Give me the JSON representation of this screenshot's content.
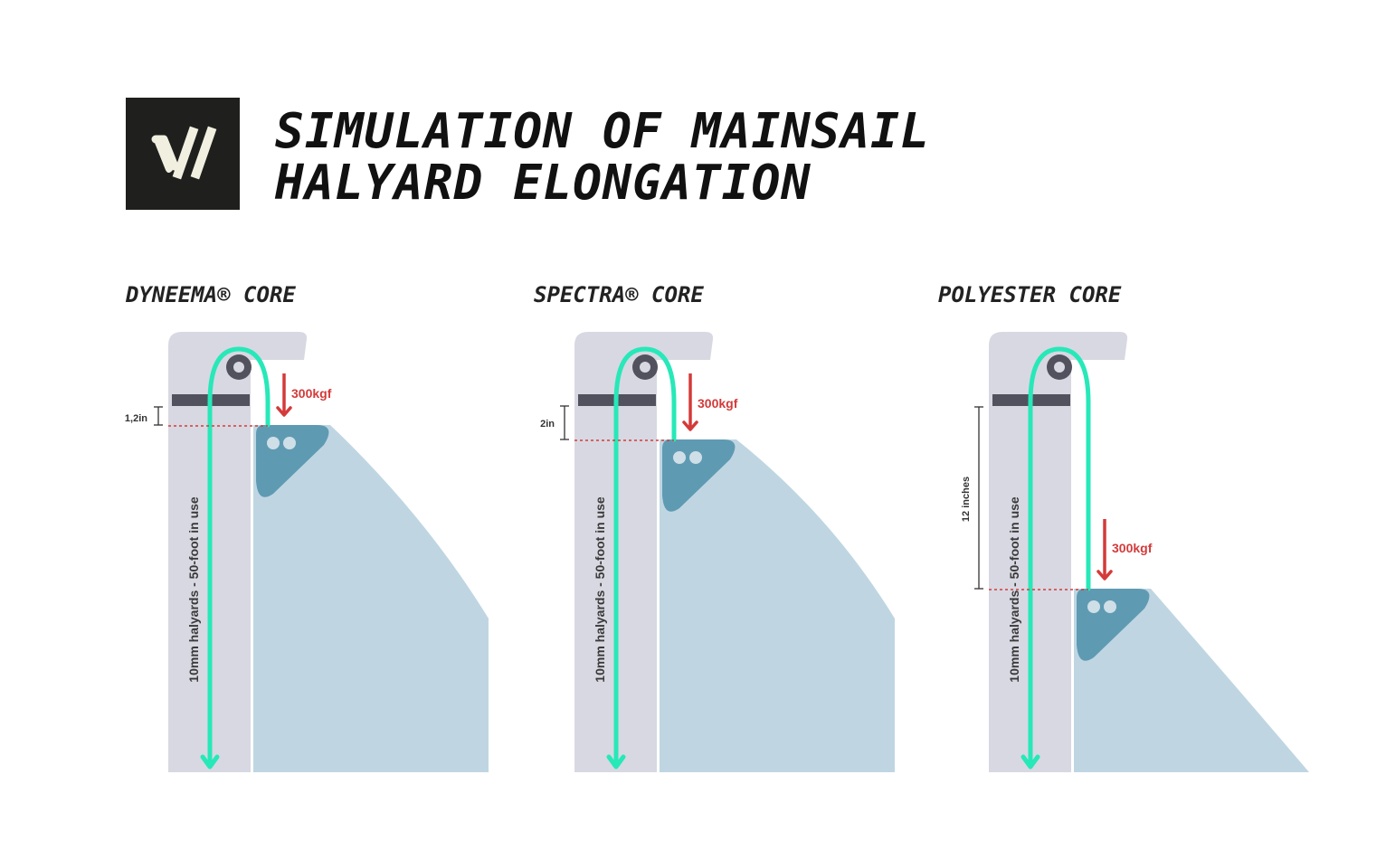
{
  "title": {
    "line1": "SIMULATION OF MAINSAIL",
    "line2": "HALYARD ELONGATION"
  },
  "logo": {
    "icon": "brand-logo-icon"
  },
  "panels": [
    {
      "title": "DYNEEMA® CORE",
      "force_label": "300kgf",
      "elongation_label": "1,2in",
      "halyard_label": "10mm halyards - 50-foot in use",
      "elongation_in": 1.2
    },
    {
      "title": "SPECTRA® CORE",
      "force_label": "300kgf",
      "elongation_label": "2in",
      "halyard_label": "10mm halyards - 50-foot in use",
      "elongation_in": 2
    },
    {
      "title": "POLYESTER CORE",
      "force_label": "300kgf",
      "elongation_label": "12 inches",
      "halyard_label": "10mm halyards - 50-foot in use",
      "elongation_in": 12
    }
  ],
  "colors": {
    "mast": "#d8d8e2",
    "sail": "#bfd6e2",
    "headboard": "#5f9ab3",
    "halyard": "#27e8b8",
    "force": "#d43a3a",
    "spreader": "#52525e",
    "sheave": "#52525e",
    "dimension": "#333333"
  }
}
